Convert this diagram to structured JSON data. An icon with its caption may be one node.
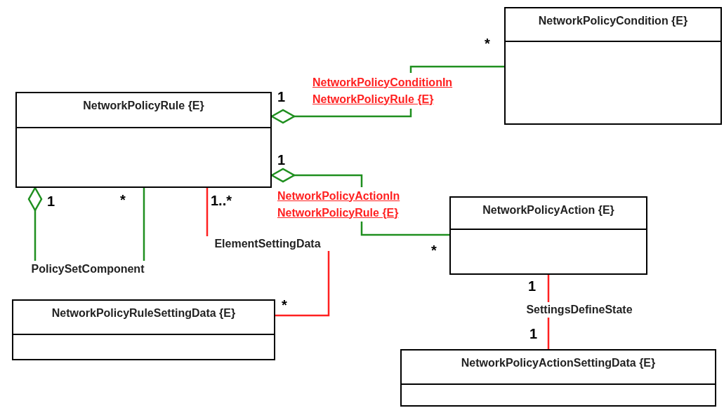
{
  "diagram": {
    "nodes": [
      {
        "text": [
          "NetworkPolicyCondition {E}"
        ]
      },
      {
        "text": [
          "NetworkPolicyRule {E}"
        ]
      },
      {
        "text": [
          "NetworkPolicyAction {E}"
        ]
      },
      {
        "text": [
          "NetworkPolicyRuleSettingData {E}"
        ]
      },
      {
        "text": [
          "NetworkPolicyActionSettingData {E}"
        ]
      },
      {
        "text": [
          "PolicySetComponent"
        ]
      },
      {
        "text": [
          "ElementSettingData"
        ]
      },
      {
        "text": [
          "SettingsDefineState"
        ]
      },
      {
        "text": [
          "NetworkPolicyConditionIn NetworkPolicyRule {E}"
        ]
      },
      {
        "text": [
          "NetworkPolicyActionIn NetworkPolicyRule {E}"
        ]
      }
    ],
    "edges": [
      {
        "from": 1,
        "to": 8,
        "arrow": "other"
      },
      {
        "from": 8,
        "to": 0,
        "arrow": "none"
      },
      {
        "from": 1,
        "to": 9,
        "arrow": "other"
      },
      {
        "from": 9,
        "to": 2,
        "arrow": "none"
      },
      {
        "from": 1,
        "to": 5,
        "arrow": "other"
      },
      {
        "from": 1,
        "to": 5,
        "arrow": "none"
      },
      {
        "from": 1,
        "to": 6,
        "arrow": "none",
        "color": "#ff2020"
      },
      {
        "from": 6,
        "to": 3,
        "arrow": "none",
        "color": "#ff2020"
      },
      {
        "from": 2,
        "to": 7,
        "arrow": "none",
        "color": "#ff2020"
      },
      {
        "from": 7,
        "to": 4,
        "arrow": "none",
        "color": "#ff2020"
      }
    ],
    "labels": [
      "*",
      "1",
      "1",
      "1",
      "*",
      "1..*",
      "*",
      "1",
      "*",
      "1"
    ]
  }
}
